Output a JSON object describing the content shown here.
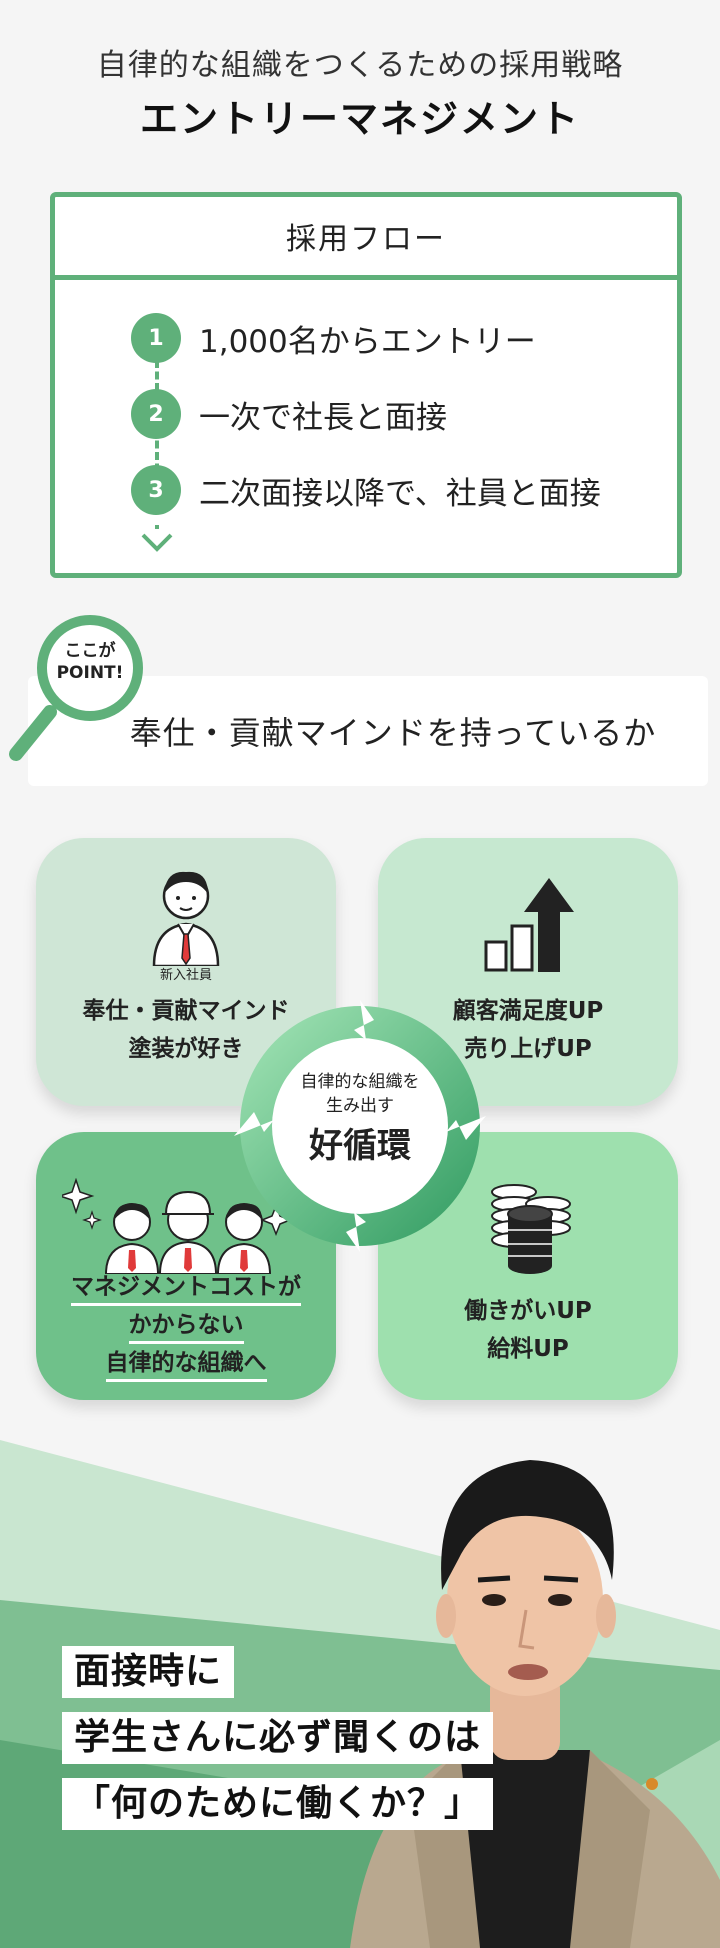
{
  "header": {
    "subtitle": "自律的な組織をつくるための採用戦略",
    "title": "エントリーマネジメント"
  },
  "flow": {
    "title": "採用フロー",
    "steps": [
      {
        "num": "1",
        "text": "1,000名からエントリー"
      },
      {
        "num": "2",
        "text": "一次で社長と面接"
      },
      {
        "num": "3",
        "text": "二次面接以降で、社員と面接"
      }
    ]
  },
  "point": {
    "badge_line1": "ここが",
    "badge_line2": "POINT!",
    "text": "奉仕・貢献マインドを持っているか"
  },
  "cycle": {
    "top_left": {
      "label": "新入社員",
      "line1": "奉仕・貢献マインド",
      "line2": "塗装が好き"
    },
    "top_right": {
      "line1": "顧客満足度UP",
      "line2": "売り上げUP"
    },
    "bottom_left": {
      "line1": "マネジメントコストが",
      "line2": "かからない",
      "line3": "自律的な組織へ"
    },
    "bottom_right": {
      "line1": "働きがいUP",
      "line2": "給料UP"
    },
    "center_small_1": "自律的な組織を",
    "center_small_2": "生み出す",
    "center_big": "好循環"
  },
  "quote": {
    "line1": "面接時に",
    "line2": "学生さんに必ず聞くのは",
    "line3": "「何のために働くか？」"
  },
  "colors": {
    "accent": "#5fb07a",
    "card_light": "#cfe6d6",
    "card_mint": "#c6e8d0",
    "card_dark": "#6fc18a",
    "card_green": "#9ee0ae"
  }
}
